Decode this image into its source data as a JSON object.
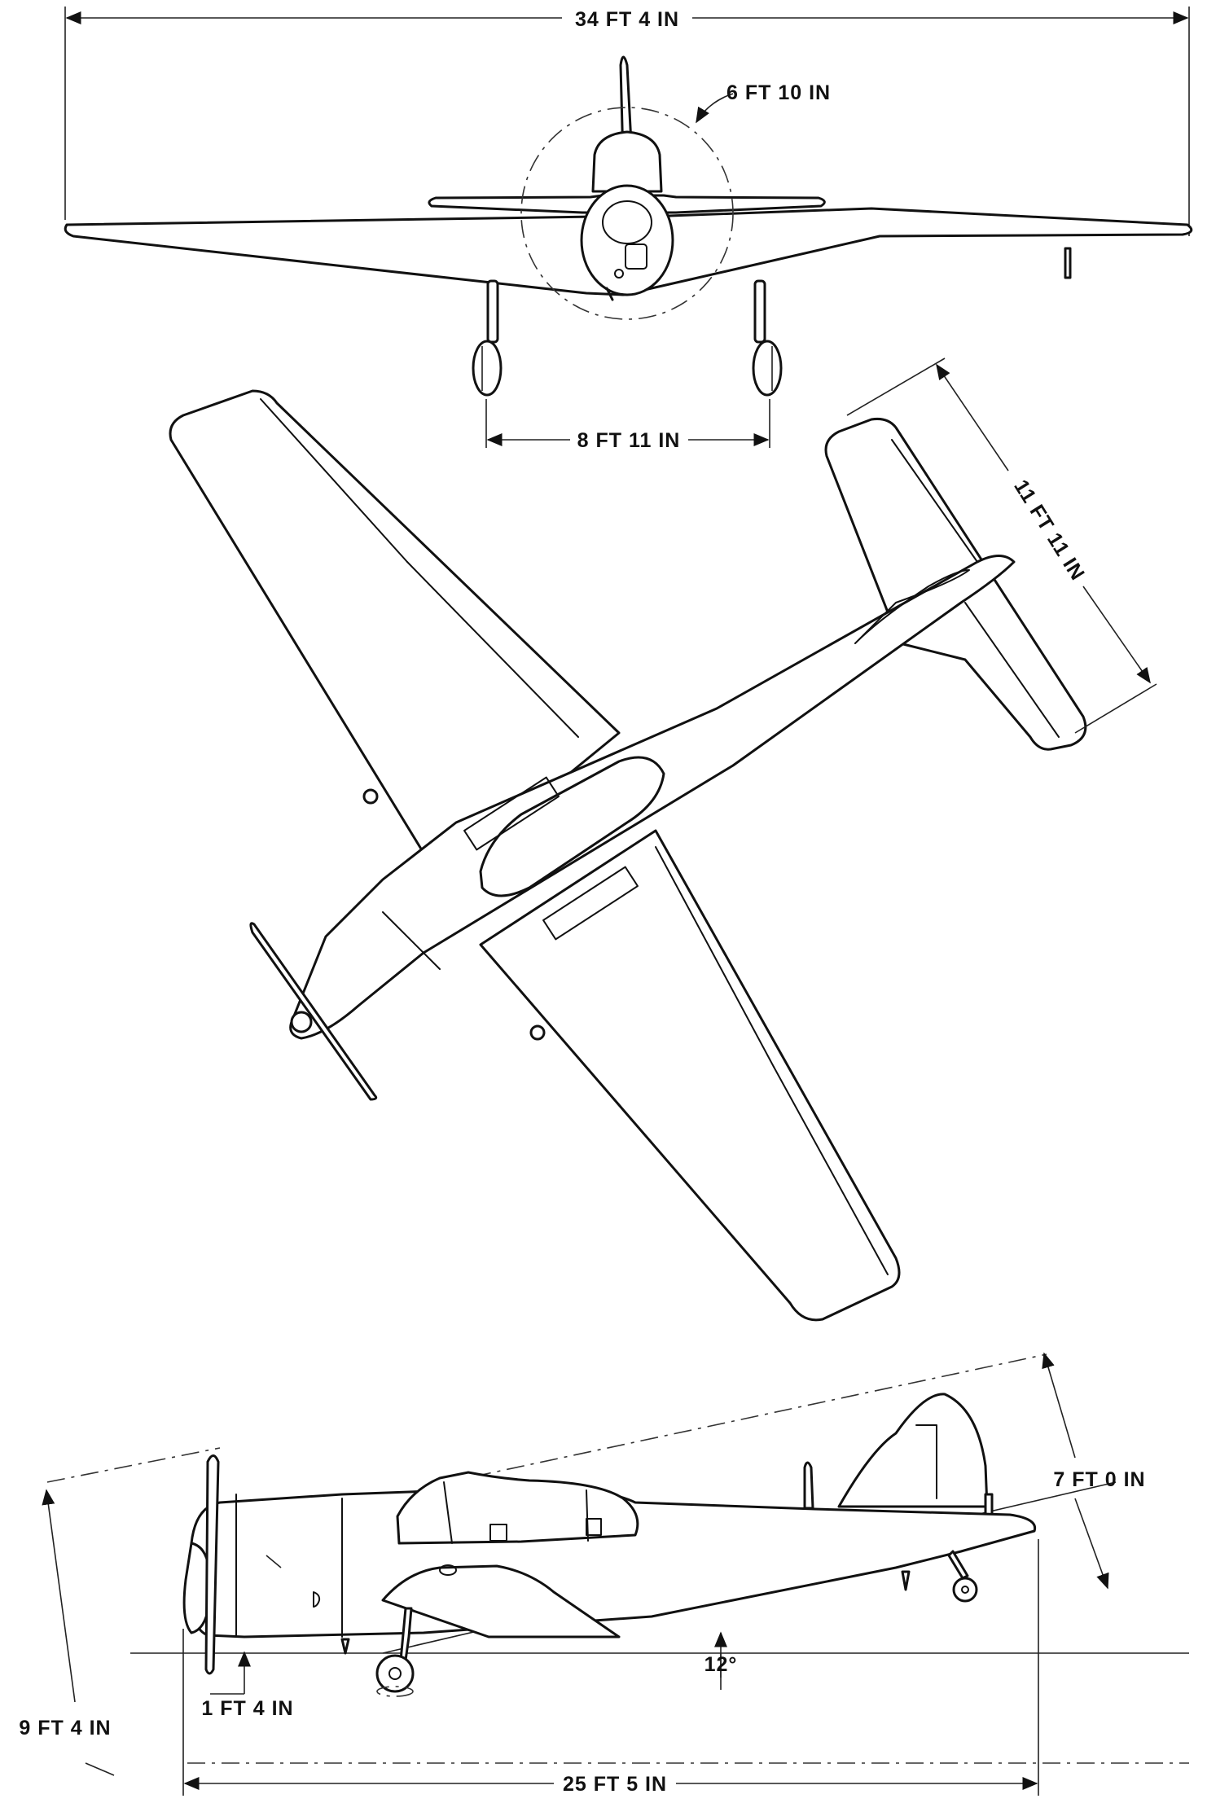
{
  "dimensions": {
    "wingspan": "34 FT  4 IN",
    "propeller_diameter": "6 FT  10 IN",
    "track": "8 FT  11 IN",
    "tailplane_span": "11 FT  11 IN",
    "tail_height": "7 FT  0 IN",
    "overall_height": "9 FT  4 IN",
    "prop_clearance": "1 FT  4 IN",
    "ground_angle": "12°",
    "length": "25 FT  5 IN"
  }
}
